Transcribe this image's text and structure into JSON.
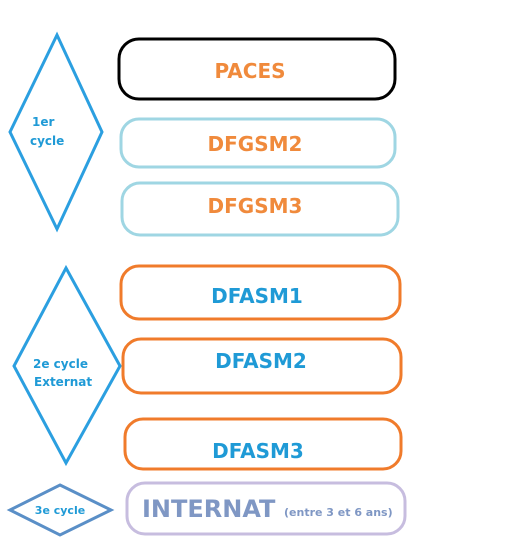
{
  "colors": {
    "orange_text": "#f08a3c",
    "blue_text": "#1f9ad6",
    "gray_blue_text": "#7f97c4",
    "black_border": "#000000",
    "light_blue_border": "#9fd6e3",
    "orange_border": "#f07b2b",
    "lavender_border": "#c7bddf",
    "diamond_border": "#2b9fe0"
  },
  "cycles": [
    {
      "line1": "1er",
      "line2": "cycle"
    },
    {
      "line1": "2e cycle",
      "line2": "Externat"
    },
    {
      "line1": "3e cycle",
      "line2": ""
    }
  ],
  "stages": [
    {
      "label": "PACES"
    },
    {
      "label": "DFGSM2"
    },
    {
      "label": "DFGSM3"
    },
    {
      "label": "DFASM1"
    },
    {
      "label": "DFASM2"
    },
    {
      "label": "DFASM3"
    },
    {
      "label": "INTERNAT",
      "note": "(entre 3 et 6 ans)"
    }
  ]
}
